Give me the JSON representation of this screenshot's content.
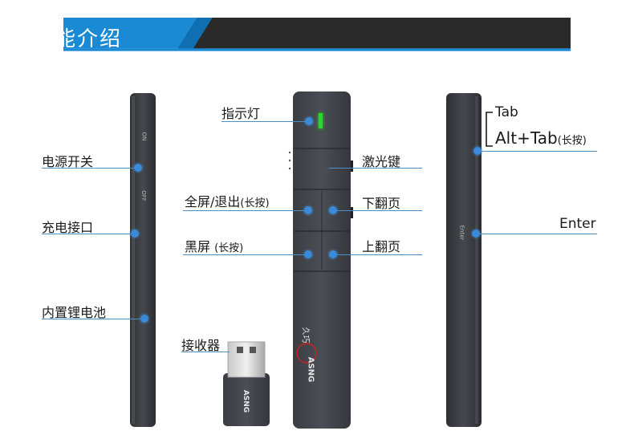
{
  "header": {
    "title": "功能介绍"
  },
  "left_labels": {
    "power_switch": "电源开关",
    "charge_port": "充电接口",
    "battery": "内置锂电池",
    "receiver": "接收器"
  },
  "side_marks": {
    "on": "ON",
    "off": "OFF"
  },
  "center_labels": {
    "indicator": "指示灯",
    "laser": "激光键",
    "fullscreen": "全屏/退出",
    "fullscreen_note": "(长按)",
    "page_down": "下翻页",
    "black_screen": "黑屏",
    "black_screen_note": "(长按)",
    "page_up": "上翻页"
  },
  "right_labels": {
    "tab": "Tab",
    "alt_tab": "Alt+Tab",
    "alt_tab_note": "(长按)",
    "enter": "Enter"
  },
  "device_marks": {
    "side_enter": "Enter",
    "brand": "ASNG",
    "logo_cn": "久巧",
    "receiver_brand": "ASNG"
  },
  "colors": {
    "banner_blue": "#1a8ad4",
    "banner_dark": "#2a2a2a",
    "accent_line": "#4a90c8",
    "led_green": "#22dd22",
    "device_body": "#3a3d42"
  }
}
